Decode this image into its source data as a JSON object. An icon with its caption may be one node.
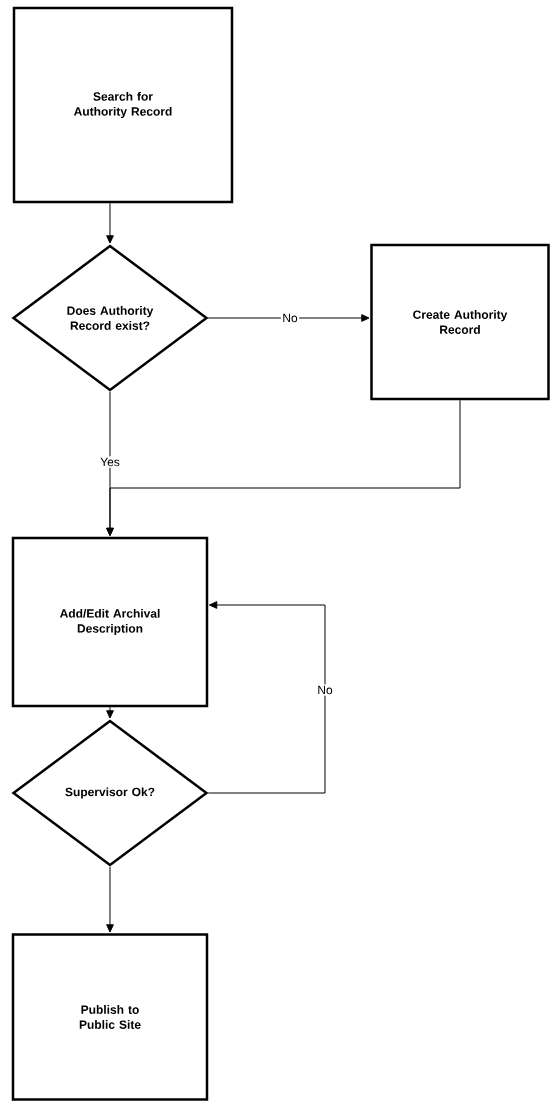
{
  "diagram": {
    "nodes": [
      {
        "text": [
          "Search for Authority Record"
        ]
      },
      {
        "text": [
          "Does Authority Record exist?"
        ]
      },
      {
        "text": [
          "Create Authority Record"
        ]
      },
      {
        "text": [
          "Add/Edit Archival Description"
        ]
      },
      {
        "text": [
          "Supervisor Ok?"
        ]
      },
      {
        "text": [
          "Publish to Public Site"
        ]
      }
    ],
    "edges": [
      {
        "from": 0,
        "to": 1,
        "arrow": "to"
      },
      {
        "from": 1,
        "to": 2,
        "arrow": "to",
        "label": "No"
      },
      {
        "from": 1,
        "to": 3,
        "arrow": "to",
        "label": "Yes"
      },
      {
        "from": 2,
        "to": 3,
        "arrow": "to"
      },
      {
        "from": 3,
        "to": 4,
        "arrow": "to"
      },
      {
        "from": 4,
        "to": 3,
        "arrow": "to",
        "label": "No"
      },
      {
        "from": 4,
        "to": 5,
        "arrow": "to"
      }
    ]
  }
}
